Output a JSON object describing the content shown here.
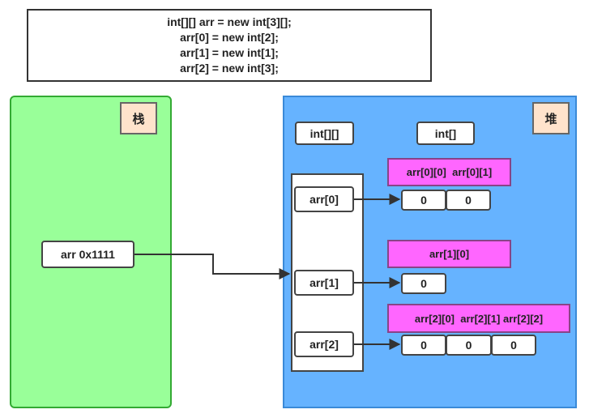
{
  "code_lines": [
    "int[][] arr = new int[3][];",
    "arr[0] = new int[2];",
    "arr[1] = new int[1];",
    "arr[2] = new int[3];"
  ],
  "stack": {
    "label": "栈",
    "var_label": "arr 0x1111"
  },
  "heap": {
    "label": "堆",
    "outer_type": "int[][]",
    "inner_type": "int[]",
    "slots": [
      "arr[0]",
      "arr[1]",
      "arr[2]"
    ],
    "row0_header": "arr[0][0]  arr[0][1]",
    "row1_header": "arr[1][0]",
    "row2_header": "arr[2][0]  arr[2][1] arr[2][2]",
    "row0_values": [
      "0",
      "0"
    ],
    "row1_values": [
      "0"
    ],
    "row2_values": [
      "0",
      "0",
      "0"
    ]
  }
}
